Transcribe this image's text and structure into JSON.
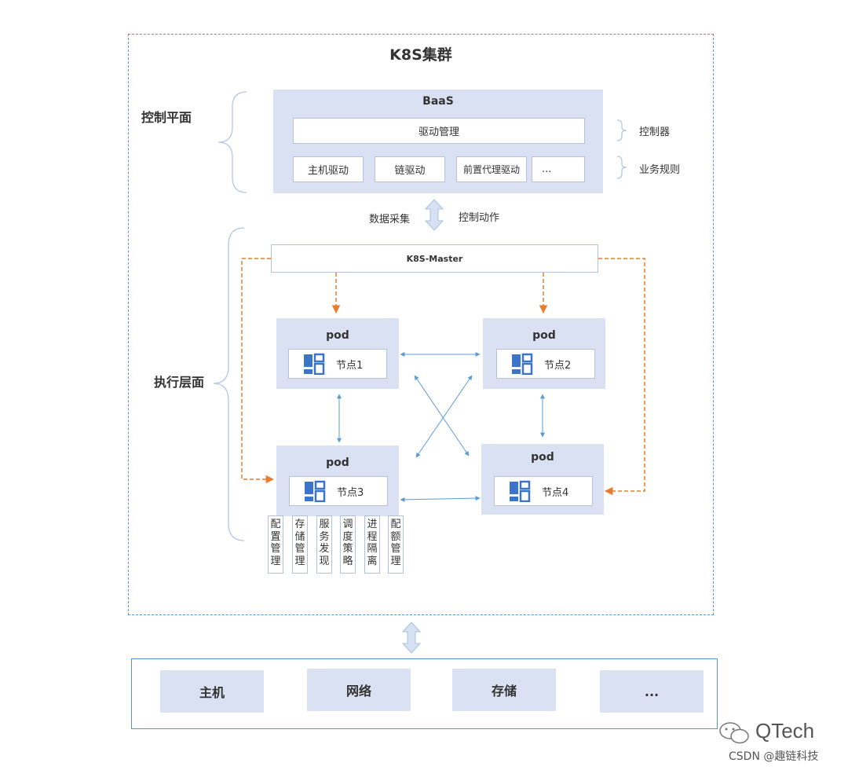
{
  "cluster": {
    "title": "K8S集群"
  },
  "control_plane": {
    "label": "控制平面",
    "baas": {
      "title": "BaaS",
      "driver_mgmt": "驱动管理",
      "drivers": [
        "主机驱动",
        "链驱动",
        "前置代理驱动",
        "..."
      ]
    },
    "annotations": {
      "controller": "控制器",
      "business_rules": "业务规则"
    }
  },
  "flow": {
    "data_collection": "数据采集",
    "control_action": "控制动作"
  },
  "execution_plane": {
    "label": "执行层面",
    "master": "K8S-Master",
    "pods": [
      {
        "title": "pod",
        "node": "节点1"
      },
      {
        "title": "pod",
        "node": "节点2"
      },
      {
        "title": "pod",
        "node": "节点3"
      },
      {
        "title": "pod",
        "node": "节点4"
      }
    ],
    "services": [
      "配置管理",
      "存储管理",
      "服务发现",
      "调度策略",
      "进程隔离",
      "配额管理"
    ]
  },
  "infrastructure": {
    "items": [
      "主机",
      "网络",
      "存储",
      "..."
    ]
  },
  "watermark": {
    "brand": "QTech",
    "source": "CSDN @趣链科技"
  },
  "colors": {
    "panel": "#d9e1f2",
    "border": "#5b8fd6",
    "dashed_arrow": "#e87d2f",
    "arrow": "#5b9bd5",
    "icon": "#3c74c9"
  },
  "icons": {
    "node": "grid-blocks-icon",
    "wechat": "wechat-icon"
  }
}
